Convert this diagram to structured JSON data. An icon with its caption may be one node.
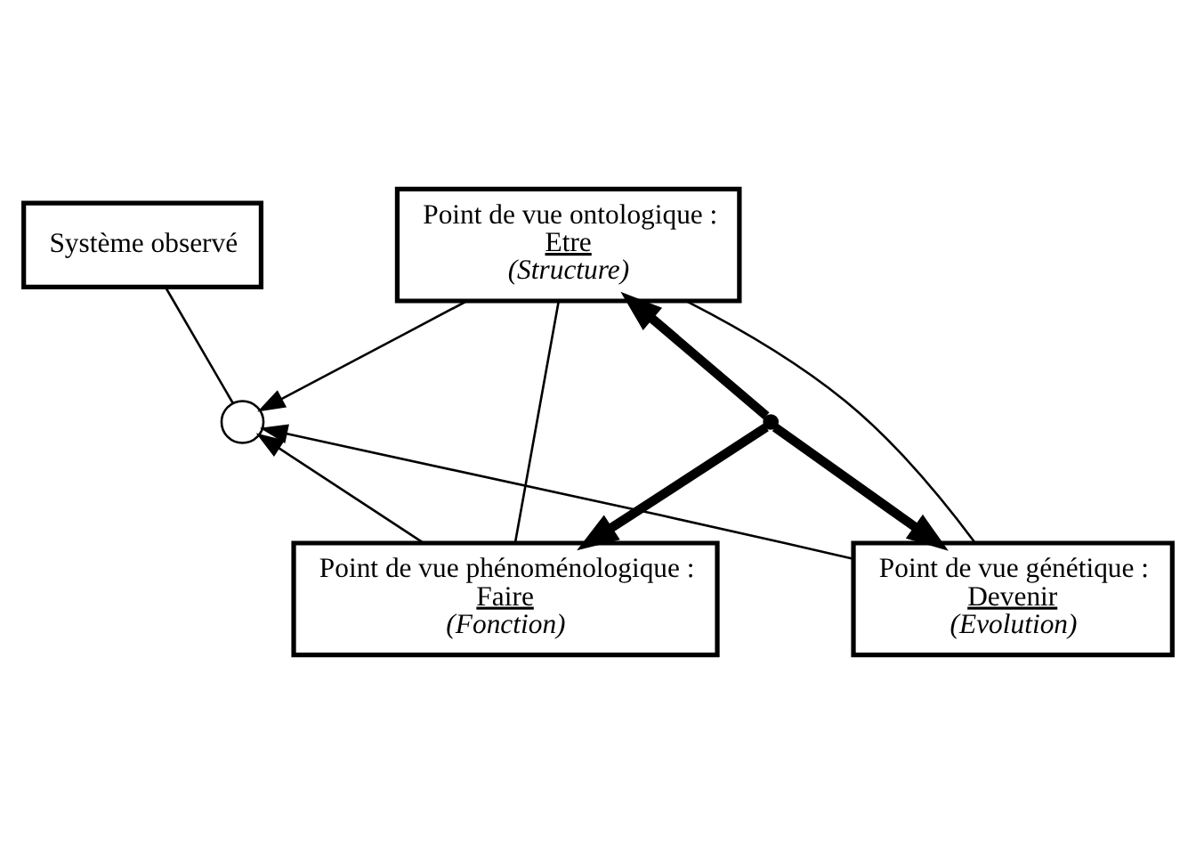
{
  "diagram": {
    "nodes": [
      {
        "text": [
          "Point de vue ontologique :",
          "Etre",
          "(Structure)"
        ]
      },
      {
        "text": [
          "Système observé"
        ]
      },
      {
        "text": [],
        "shape": "circle"
      },
      {
        "text": [],
        "shape": "point"
      },
      {
        "text": [
          "Point de vue phénoménologique :",
          "Faire",
          "(Fonction)"
        ]
      },
      {
        "text": [
          "Point de vue génétique :",
          "Devenir",
          "(Evolution)"
        ]
      }
    ],
    "edges": [
      {
        "from": 3,
        "to": 0,
        "arrow": "to",
        "style": "thick"
      },
      {
        "from": 3,
        "to": 4,
        "arrow": "to",
        "style": "thick"
      },
      {
        "from": 3,
        "to": 5,
        "arrow": "to",
        "style": "thick"
      },
      {
        "from": 0,
        "to": 2,
        "arrow": "to"
      },
      {
        "from": 4,
        "to": 2,
        "arrow": "to"
      },
      {
        "from": 5,
        "to": 2,
        "arrow": "to"
      },
      {
        "from": 0,
        "to": 4,
        "arrow": "none"
      },
      {
        "from": 0,
        "to": 5,
        "arrow": "none"
      },
      {
        "from": 1,
        "to": 2,
        "arrow": "none"
      }
    ]
  }
}
